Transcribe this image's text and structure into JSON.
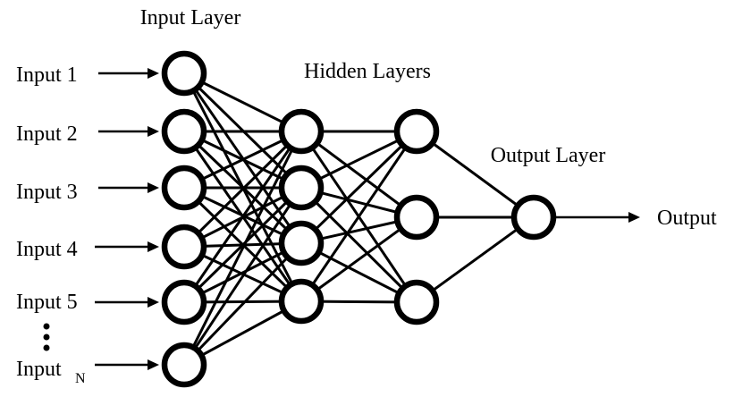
{
  "labels": {
    "input_layer": "Input Layer",
    "hidden_layers": "Hidden Layers",
    "output_layer": "Output Layer",
    "output": "Output"
  },
  "inputs": [
    {
      "label": "Input 1",
      "sub": ""
    },
    {
      "label": "Input 2",
      "sub": ""
    },
    {
      "label": "Input 3",
      "sub": ""
    },
    {
      "label": "Input 4",
      "sub": ""
    },
    {
      "label": "Input 5",
      "sub": ""
    },
    {
      "label": "Input",
      "sub": "N"
    }
  ],
  "network": {
    "layer_sizes": [
      6,
      4,
      3,
      1
    ],
    "ellipsis_between_inputs": "5 and N"
  },
  "colors": {
    "stroke": "#000000",
    "node_fill": "#ffffff",
    "background": "#ffffff"
  }
}
